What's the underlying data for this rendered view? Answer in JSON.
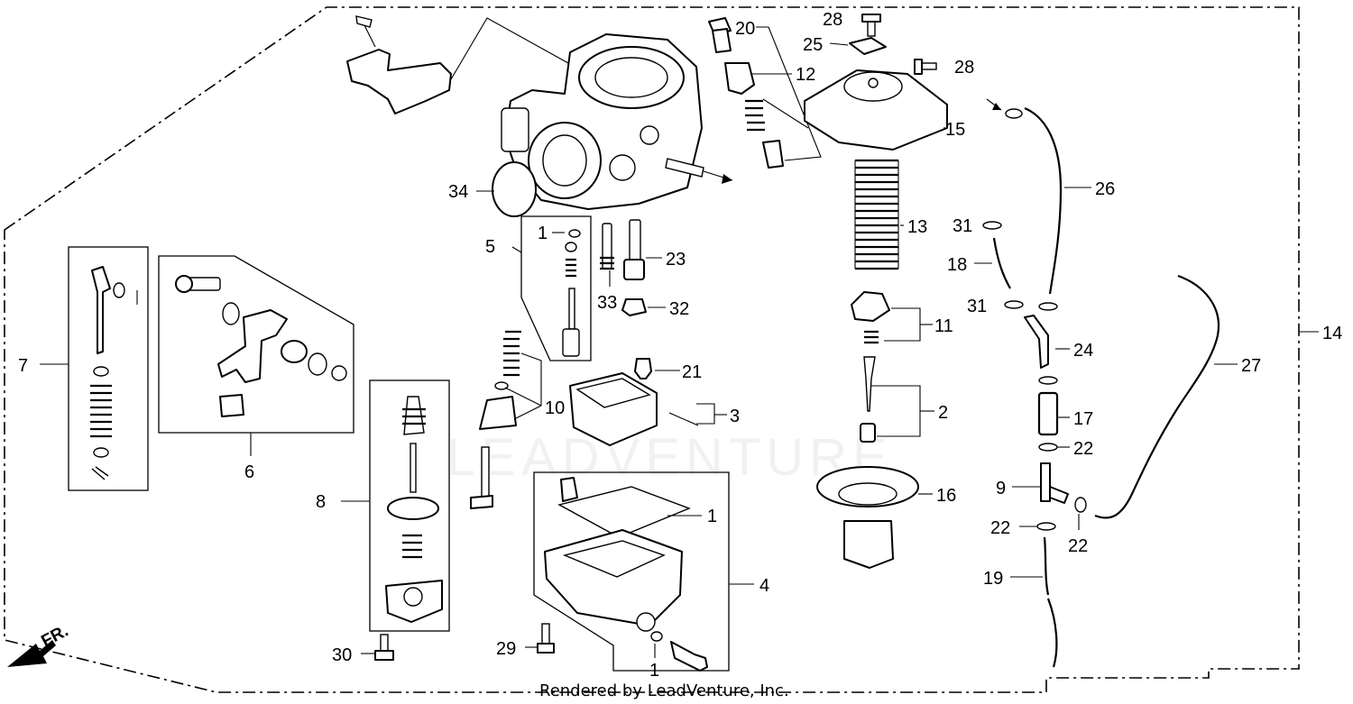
{
  "callouts": {
    "c1a": "1",
    "c1b": "1",
    "c1c": "1",
    "c2": "2",
    "c3": "3",
    "c4": "4",
    "c5": "5",
    "c6": "6",
    "c7": "7",
    "c8": "8",
    "c9": "9",
    "c10": "10",
    "c11": "11",
    "c12": "12",
    "c13": "13",
    "c14": "14",
    "c15": "15",
    "c16": "16",
    "c17": "17",
    "c18": "18",
    "c19": "19",
    "c20": "20",
    "c21": "21",
    "c22a": "22",
    "c22b": "22",
    "c22c": "22",
    "c23": "23",
    "c24": "24",
    "c25": "25",
    "c26": "26",
    "c27": "27",
    "c28a": "28",
    "c28b": "28",
    "c29": "29",
    "c30": "30",
    "c31a": "31",
    "c31b": "31",
    "c32": "32",
    "c33": "33",
    "c34": "34"
  },
  "front_marker": "FR.",
  "watermark": "LEADVENTURE",
  "credit": "Rendered by LeadVenture, Inc."
}
